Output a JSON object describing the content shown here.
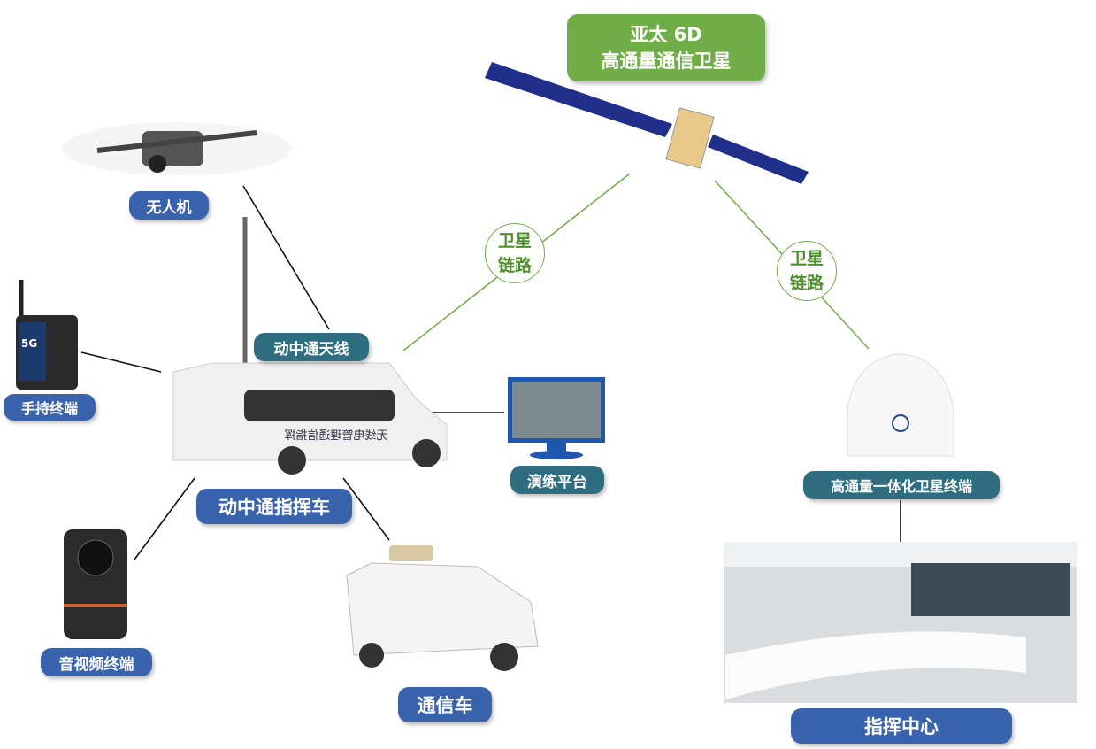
{
  "satellite": {
    "title_line1": "亚太 6D",
    "title_line2": "高通量通信卫星"
  },
  "links": [
    {
      "line1": "卫星",
      "line2": "链路"
    },
    {
      "line1": "卫星",
      "line2": "链路"
    }
  ],
  "labels": {
    "drone": "无人机",
    "antenna": "动中通天线",
    "handheld": "手持终端",
    "command_vehicle": "动中通指挥车",
    "drill_platform": "演练平台",
    "av_terminal": "音视频终端",
    "comm_vehicle": "通信车",
    "sat_terminal": "高通量一体化卫星终端",
    "command_center": "指挥中心"
  },
  "van_text": "无线电管理通信指挥",
  "colors": {
    "satellite_box": "#70ad47",
    "blue_label": "#3a63ad",
    "teal_label": "#2e6e80",
    "link_line": "#70ad47"
  }
}
